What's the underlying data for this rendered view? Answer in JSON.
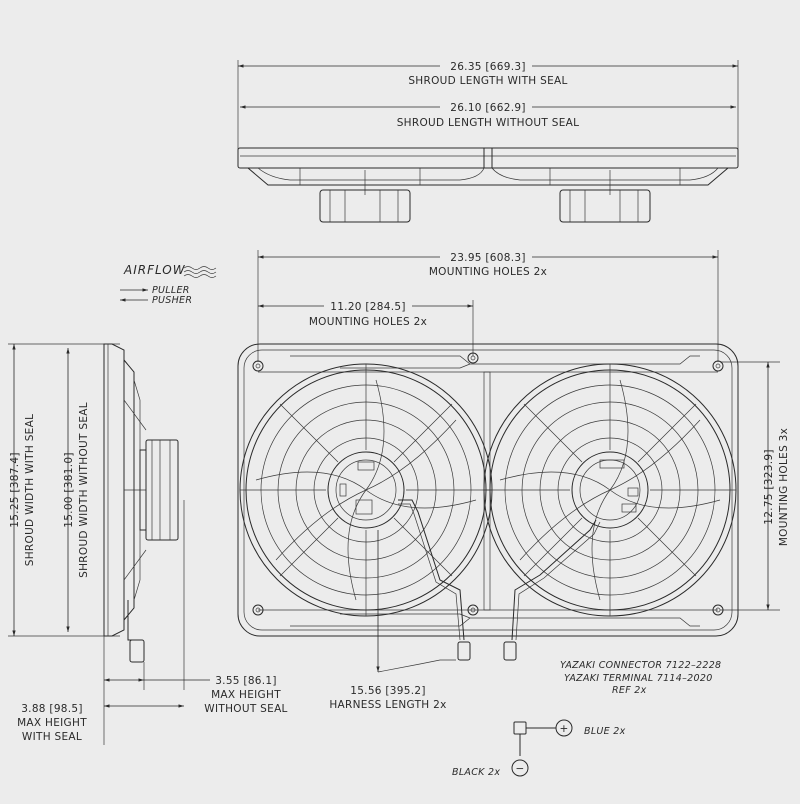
{
  "dimensions": {
    "shroud_length_with_seal_value": "26.35 [669.3]",
    "shroud_length_with_seal_label": "SHROUD LENGTH WITH SEAL",
    "shroud_length_without_seal_value": "26.10 [662.9]",
    "shroud_length_without_seal_label": "SHROUD LENGTH WITHOUT SEAL",
    "mounting_holes_wide_value": "23.95 [608.3]",
    "mounting_holes_wide_label": "MOUNTING HOLES 2x",
    "mounting_holes_narrow_value": "11.20 [284.5]",
    "mounting_holes_narrow_label": "MOUNTING HOLES 2x",
    "shroud_width_with_seal_value": "15.25 [387.4]",
    "shroud_width_with_seal_label": "SHROUD WIDTH WITH SEAL",
    "shroud_width_without_seal_value": "15.00 [381.0]",
    "shroud_width_without_seal_label": "SHROUD WIDTH WITHOUT SEAL",
    "mounting_holes_vertical_value": "12.75 [323.9]",
    "mounting_holes_vertical_label": "MOUNTING HOLES 3x",
    "max_height_without_seal_value": "3.55 [86.1]",
    "max_height_without_seal_line1": "MAX HEIGHT",
    "max_height_without_seal_line2": "WITHOUT SEAL",
    "max_height_with_seal_value": "3.88 [98.5]",
    "max_height_with_seal_line1": "MAX HEIGHT",
    "max_height_with_seal_line2": "WITH SEAL",
    "harness_length_value": "15.56 [395.2]",
    "harness_length_label": "HARNESS LENGTH 2x"
  },
  "airflow": {
    "label": "AIRFLOW",
    "puller": "PULLER",
    "pusher": "PUSHER"
  },
  "connector": {
    "line1": "YAZAKI CONNECTOR 7122–2228",
    "line2": "YAZAKI TERMINAL 7114–2020",
    "line3": "REF 2x",
    "blue": "BLUE 2x",
    "black": "BLACK 2x",
    "plus": "+",
    "minus": "−"
  }
}
